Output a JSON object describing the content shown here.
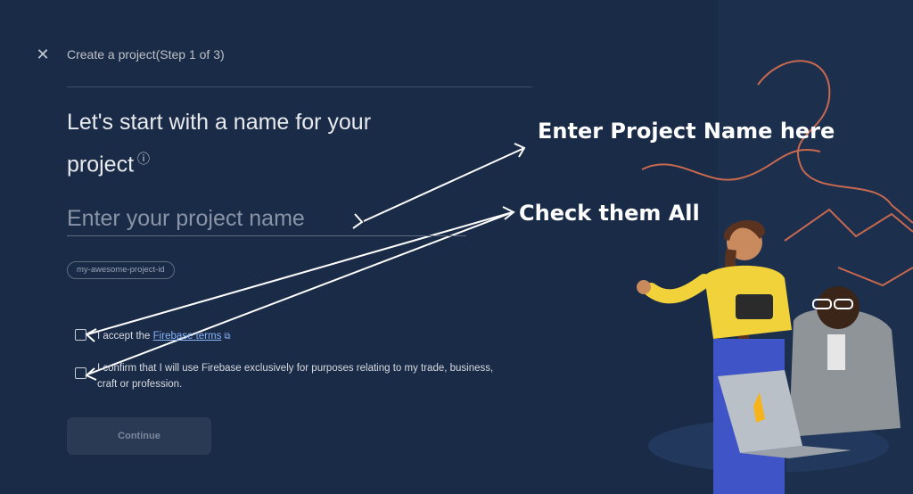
{
  "dialog": {
    "step_title": "Create a project(Step 1 of 3)",
    "heading": "Let's start with a name for your project",
    "help_icon": "help-circle-icon",
    "name_placeholder": "Enter your project name",
    "project_id_chip": "my-awesome-project-id",
    "terms_prefix": "I accept the ",
    "terms_link": "Firebase terms",
    "confirm_text": "I confirm that I will use Firebase exclusively for purposes relating to my trade, business, craft or profession.",
    "continue_label": "Continue"
  },
  "annotations": {
    "name_callout": "Enter Project Name here",
    "check_callout": "Check them All"
  },
  "colors": {
    "background": "#1a2b47",
    "accent_link": "#8ab4f8",
    "illustration_stroke": "#c8694f"
  }
}
